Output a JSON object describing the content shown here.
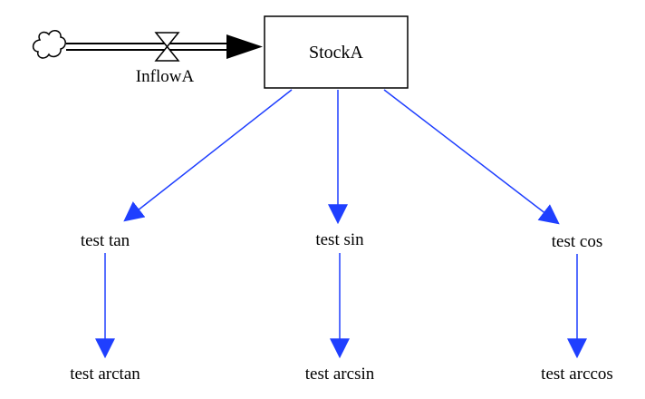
{
  "diagram": {
    "stock": {
      "label": "StockA"
    },
    "flow": {
      "label": "InflowA",
      "source": "cloud-icon"
    },
    "variables": {
      "tan": "test tan",
      "sin": "test sin",
      "cos": "test cos",
      "arctan": "test arctan",
      "arcsin": "test arcsin",
      "arccos": "test arccos"
    },
    "colors": {
      "link": "#1f3fff",
      "outline": "#000000",
      "background": "#ffffff"
    }
  }
}
